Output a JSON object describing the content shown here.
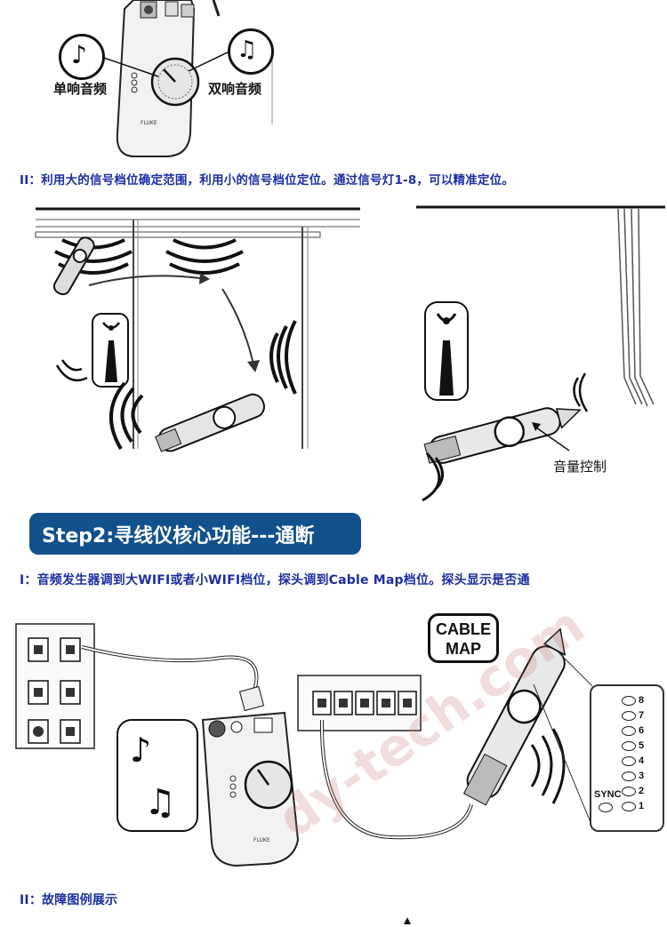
{
  "top_section": {
    "label_single": "单响音频",
    "label_double": "双响音频",
    "note_ii": "II：利用大的信号档位确定范围，利用小的信号档位定位。通过信号灯1-8，可以精准定位。"
  },
  "mid_section": {
    "volume_label": "音量控制"
  },
  "step2": {
    "title": "Step2:寻线仪核心功能---通断",
    "note_i": "I：音频发生器调到大WIFI或者小WIFI档位，探头调到Cable Map档位。探头显示是否通",
    "cable_map_line1": "CABLE",
    "cable_map_line2": "MAP",
    "sync_label": "SYNC",
    "leds": [
      "8",
      "7",
      "6",
      "5",
      "4",
      "3",
      "2",
      "1"
    ],
    "note_ii": "II：故障图例展示"
  },
  "watermark": "dy-tech.com",
  "colors": {
    "note_text": "#1b2fa3",
    "banner_bg": "#12518c"
  }
}
